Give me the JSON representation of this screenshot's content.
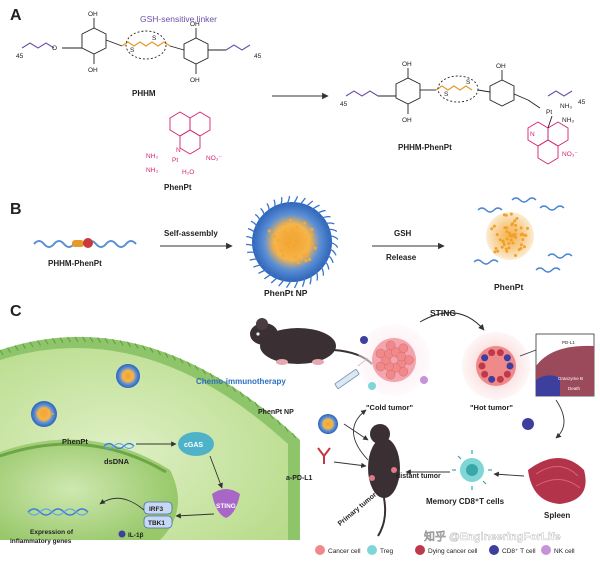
{
  "panels": {
    "a": {
      "label": "A",
      "linker_label": "GSH-sensitive linker",
      "phhm_label": "PHHM",
      "phhm_phenpt_label": "PHHM-PhenPt",
      "phenpt_label": "PhenPt",
      "chem": {
        "oh": "OH",
        "o": "O",
        "s": "S",
        "n": "N",
        "pt": "Pt",
        "nh3": "NH₃",
        "h2o": "H₂O",
        "no3": "NO₃⁻",
        "sub45": "45"
      }
    },
    "b": {
      "label": "B",
      "polymer_label": "PHHM-PhenPt",
      "self_assembly": "Self-assembly",
      "np_label": "PhenPt NP",
      "gsh": "GSH",
      "release": "Release",
      "phenpt_label": "PhenPt"
    },
    "c": {
      "label": "C",
      "therapy": "Chemo-immunotherapy",
      "sting_top": "STING",
      "phenpt_np": "PhenPt NP",
      "cold_tumor": "\"Cold tumor\"",
      "hot_tumor": "\"Hot tumor\"",
      "pdl1_antibody": "a-PD-L1",
      "primary_tumor": "Primary tumor",
      "distant_tumor": "distant tumor",
      "memory_cells": "Memory CD8⁺T cells",
      "spleen": "Spleen",
      "inset": {
        "pdl1": "PD-L1",
        "granzyme": "Granzyme B",
        "death": "Death"
      },
      "cell": {
        "phenpt": "PhenPt",
        "dsdna": "dsDNA",
        "cgas": "cGAS",
        "sting": "STING",
        "irf3": "IRF3",
        "tbk1": "TBK1",
        "il1b": "IL-1β",
        "expression": "Expression of",
        "inflammatory": "inflammatory genes"
      },
      "legend": [
        {
          "label": "Cancer cell",
          "color": "#f08a8a"
        },
        {
          "label": "Treg",
          "color": "#7fd6d6"
        },
        {
          "label": "Dying cancer cell",
          "color": "#c0394a"
        },
        {
          "label": "CD8⁺ T cell",
          "color": "#3c3f9e"
        },
        {
          "label": "NK cell",
          "color": "#c594d8"
        }
      ]
    }
  },
  "watermark": "知乎 @EngineeringForLife"
}
